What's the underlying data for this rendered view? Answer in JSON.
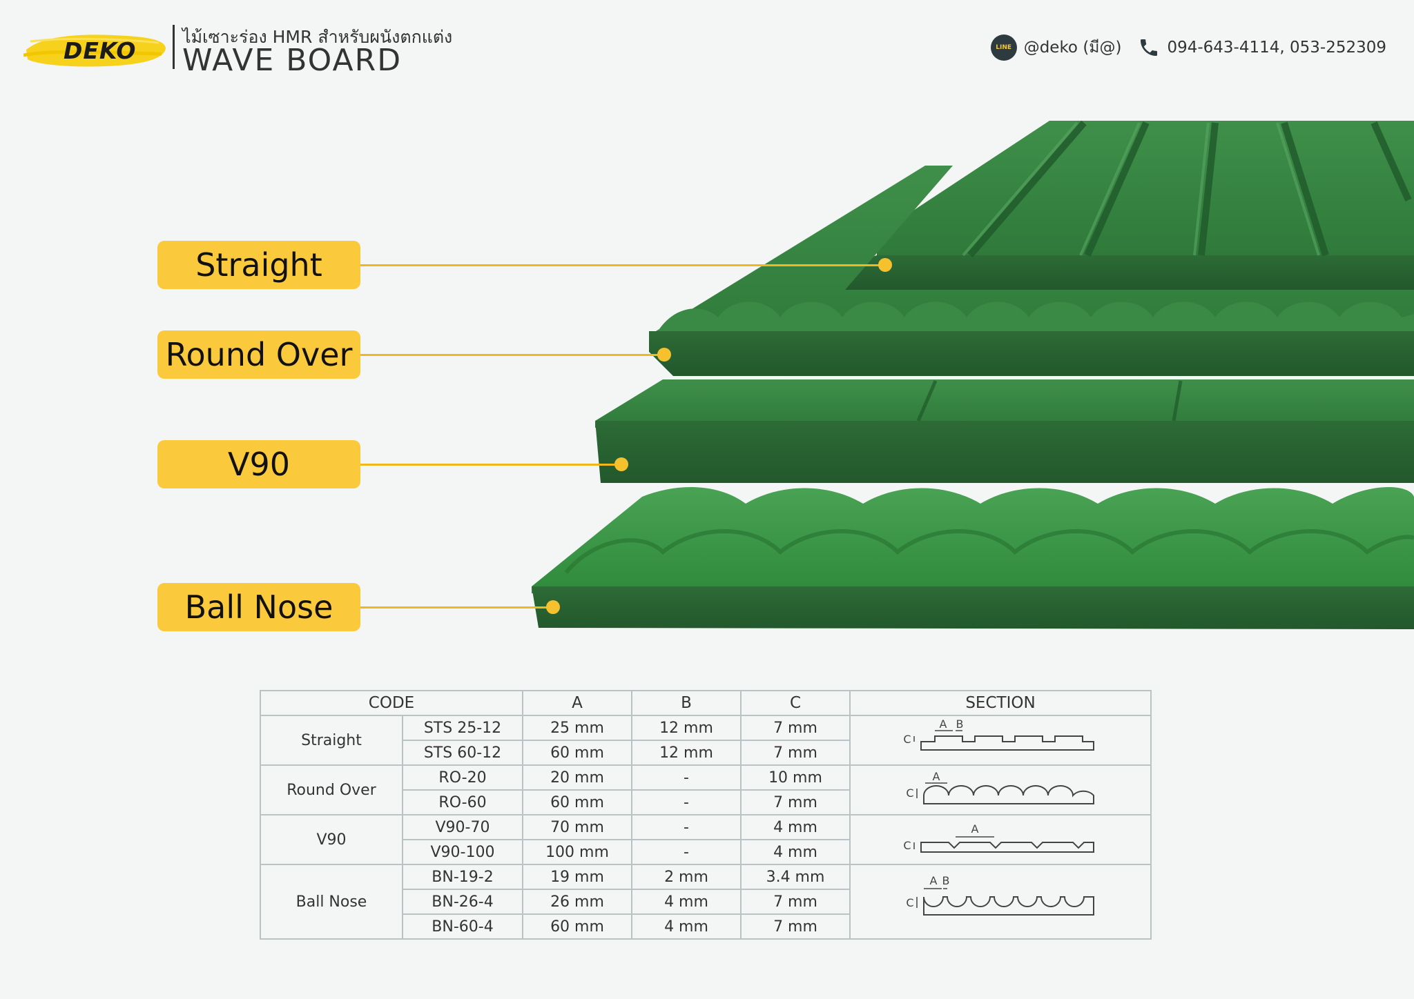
{
  "header": {
    "brand": "DEKO",
    "subtitle": "ไม้เซาะร่อง HMR สำหรับผนังตกแต่ง",
    "title": "WAVE  BOARD",
    "line_badge": "LINE",
    "line_id": "@deko (มี@)",
    "phone": "094-643-4114, 053-252309"
  },
  "labels": [
    {
      "text": "Straight"
    },
    {
      "text": "Round Over"
    },
    {
      "text": "V90"
    },
    {
      "text": "Ball Nose"
    }
  ],
  "table": {
    "headers": {
      "code": "CODE",
      "a": "A",
      "b": "B",
      "c": "C",
      "section": "SECTION"
    },
    "groups": [
      {
        "name": "Straight",
        "rows": [
          {
            "code": "STS 25-12",
            "a": "25 mm",
            "b": "12 mm",
            "c": "7 mm"
          },
          {
            "code": "STS 60-12",
            "a": "60 mm",
            "b": "12 mm",
            "c": "7 mm"
          }
        ]
      },
      {
        "name": "Round Over",
        "rows": [
          {
            "code": "RO-20",
            "a": "20 mm",
            "b": "-",
            "c": "10 mm"
          },
          {
            "code": "RO-60",
            "a": "60 mm",
            "b": "-",
            "c": "7 mm"
          }
        ]
      },
      {
        "name": "V90",
        "rows": [
          {
            "code": "V90-70",
            "a": "70 mm",
            "b": "-",
            "c": "4 mm"
          },
          {
            "code": "V90-100",
            "a": "100 mm",
            "b": "-",
            "c": "4 mm"
          }
        ]
      },
      {
        "name": "Ball Nose",
        "rows": [
          {
            "code": "BN-19-2",
            "a": "19 mm",
            "b": "2 mm",
            "c": "3.4 mm"
          },
          {
            "code": "BN-26-4",
            "a": "26 mm",
            "b": "4 mm",
            "c": "7 mm"
          },
          {
            "code": "BN-60-4",
            "a": "60 mm",
            "b": "4 mm",
            "c": "7 mm"
          }
        ]
      }
    ],
    "section_letters": {
      "a": "A",
      "b": "B",
      "c": "C"
    }
  },
  "colors": {
    "accent_yellow": "#fbc93c",
    "board_green": "#2f7a3a",
    "background": "#f4f6f5"
  }
}
